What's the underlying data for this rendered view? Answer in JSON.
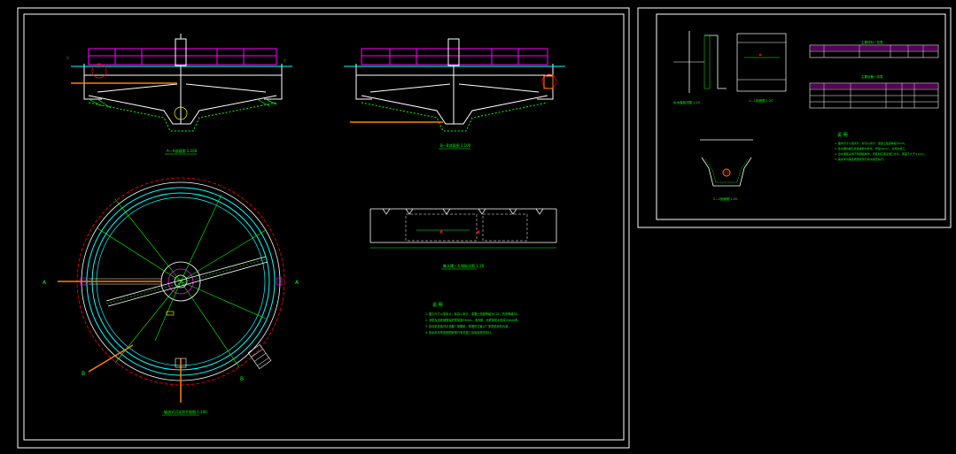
{
  "colors": {
    "background": "#000000",
    "frame": "#ffffff",
    "green": "#00ff00",
    "cyan": "#00ffff",
    "magenta": "#ff00ff",
    "yellow": "#ffff00",
    "red": "#ff0000",
    "orange": "#ff8000",
    "blue": "#4040ff"
  },
  "sheet_left": {
    "section_a_title": "A—A剖面图 1:100",
    "section_b_title": "B—B剖面图 1:100",
    "plan_title": "辐流式沉淀池平面图 1:100",
    "detail_title": "集水槽三孔堰板详图 1:20",
    "notes_title": "说 明",
    "notes": [
      "1. 图中尺寸以毫米计，标高以米计，混凝土强度等级为C25，抗渗等级S6。",
      "2. 池壁及池底钢筋保护层厚度35mm，池内壁、池底抹防水砂浆20mm厚。",
      "3. 刮泥机安装详见设备厂家图纸，预埋件位置以厂家提供资料为准。",
      "4. 其余未尽事宜按国家现行有关施工及验收规范执行。"
    ],
    "plan_labels": {
      "left_marker": "A",
      "right_marker": "A",
      "bottom_left_marker": "B",
      "bottom_marker": "B"
    }
  },
  "sheet_right": {
    "detail_1_title": "出水堰板详图 1:20",
    "detail_2_title": "1—1剖面图 1:20",
    "detail_3_title": "2—2剖面图 1:20",
    "table_1_title": "主要材料一览表",
    "table_2_title": "主要设备一览表",
    "notes_title": "说 明",
    "notes": [
      "1. 图中尺寸以毫米计，标高以米计，混凝土强度等级为C25。",
      "2. 集水槽内壁及底板抹防水砂浆，厚度20mm，分两次施工。",
      "3. 出水堰板采用不锈钢板制作，安装时应保证堰口水平，误差不大于±1mm。",
      "4. 其余未尽事宜按国家现行有关规范执行。"
    ]
  }
}
